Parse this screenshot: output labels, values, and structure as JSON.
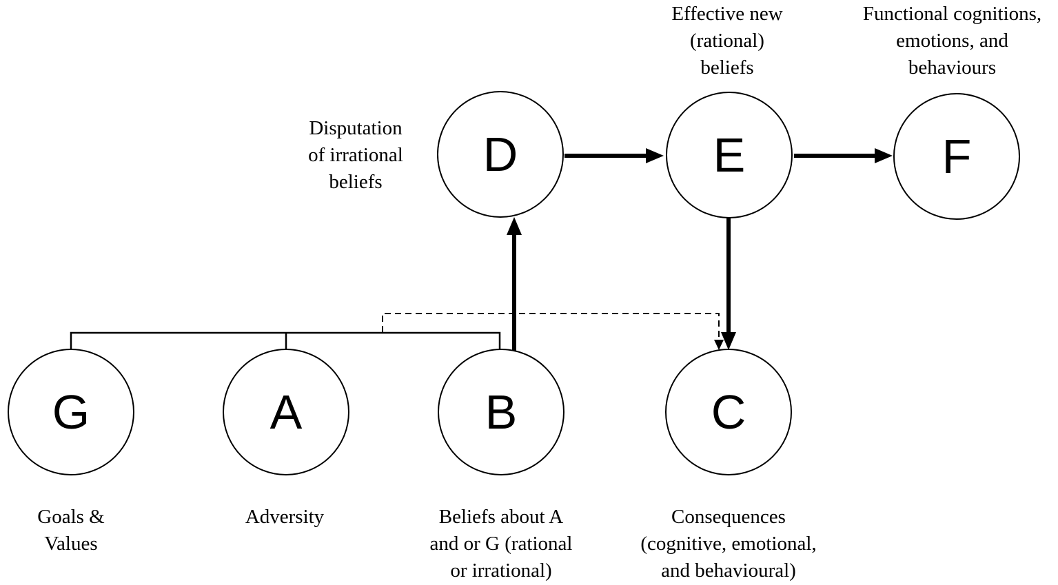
{
  "diagram": {
    "model_name": "GABCDEF",
    "nodes": [
      {
        "id": "G",
        "letter": "G",
        "label": "Goals &\nValues"
      },
      {
        "id": "A",
        "letter": "A",
        "label": "Adversity"
      },
      {
        "id": "B",
        "letter": "B",
        "label": "Beliefs about A\nand or G (rational\nor irrational)"
      },
      {
        "id": "C",
        "letter": "C",
        "label": "Consequences\n(cognitive, emotional,\nand behavioural)"
      },
      {
        "id": "D",
        "letter": "D",
        "label": "Disputation\nof irrational\nbeliefs"
      },
      {
        "id": "E",
        "letter": "E",
        "label": "Effective new\n(rational)\nbeliefs"
      },
      {
        "id": "F",
        "letter": "F",
        "label": "Functional cognitions,\nemotions, and\nbehaviours"
      }
    ],
    "edges": [
      {
        "from": "B",
        "to": "D",
        "style": "solid-arrow"
      },
      {
        "from": "D",
        "to": "E",
        "style": "solid-arrow"
      },
      {
        "from": "E",
        "to": "F",
        "style": "solid-arrow"
      },
      {
        "from": "E",
        "to": "C",
        "style": "solid-arrow"
      },
      {
        "from": "B",
        "to": "C",
        "style": "dashed-arrow"
      },
      {
        "from": "G, A",
        "to": "B",
        "style": "bracket-line"
      }
    ],
    "colors": {
      "line": "#000000",
      "background": "#ffffff"
    }
  }
}
